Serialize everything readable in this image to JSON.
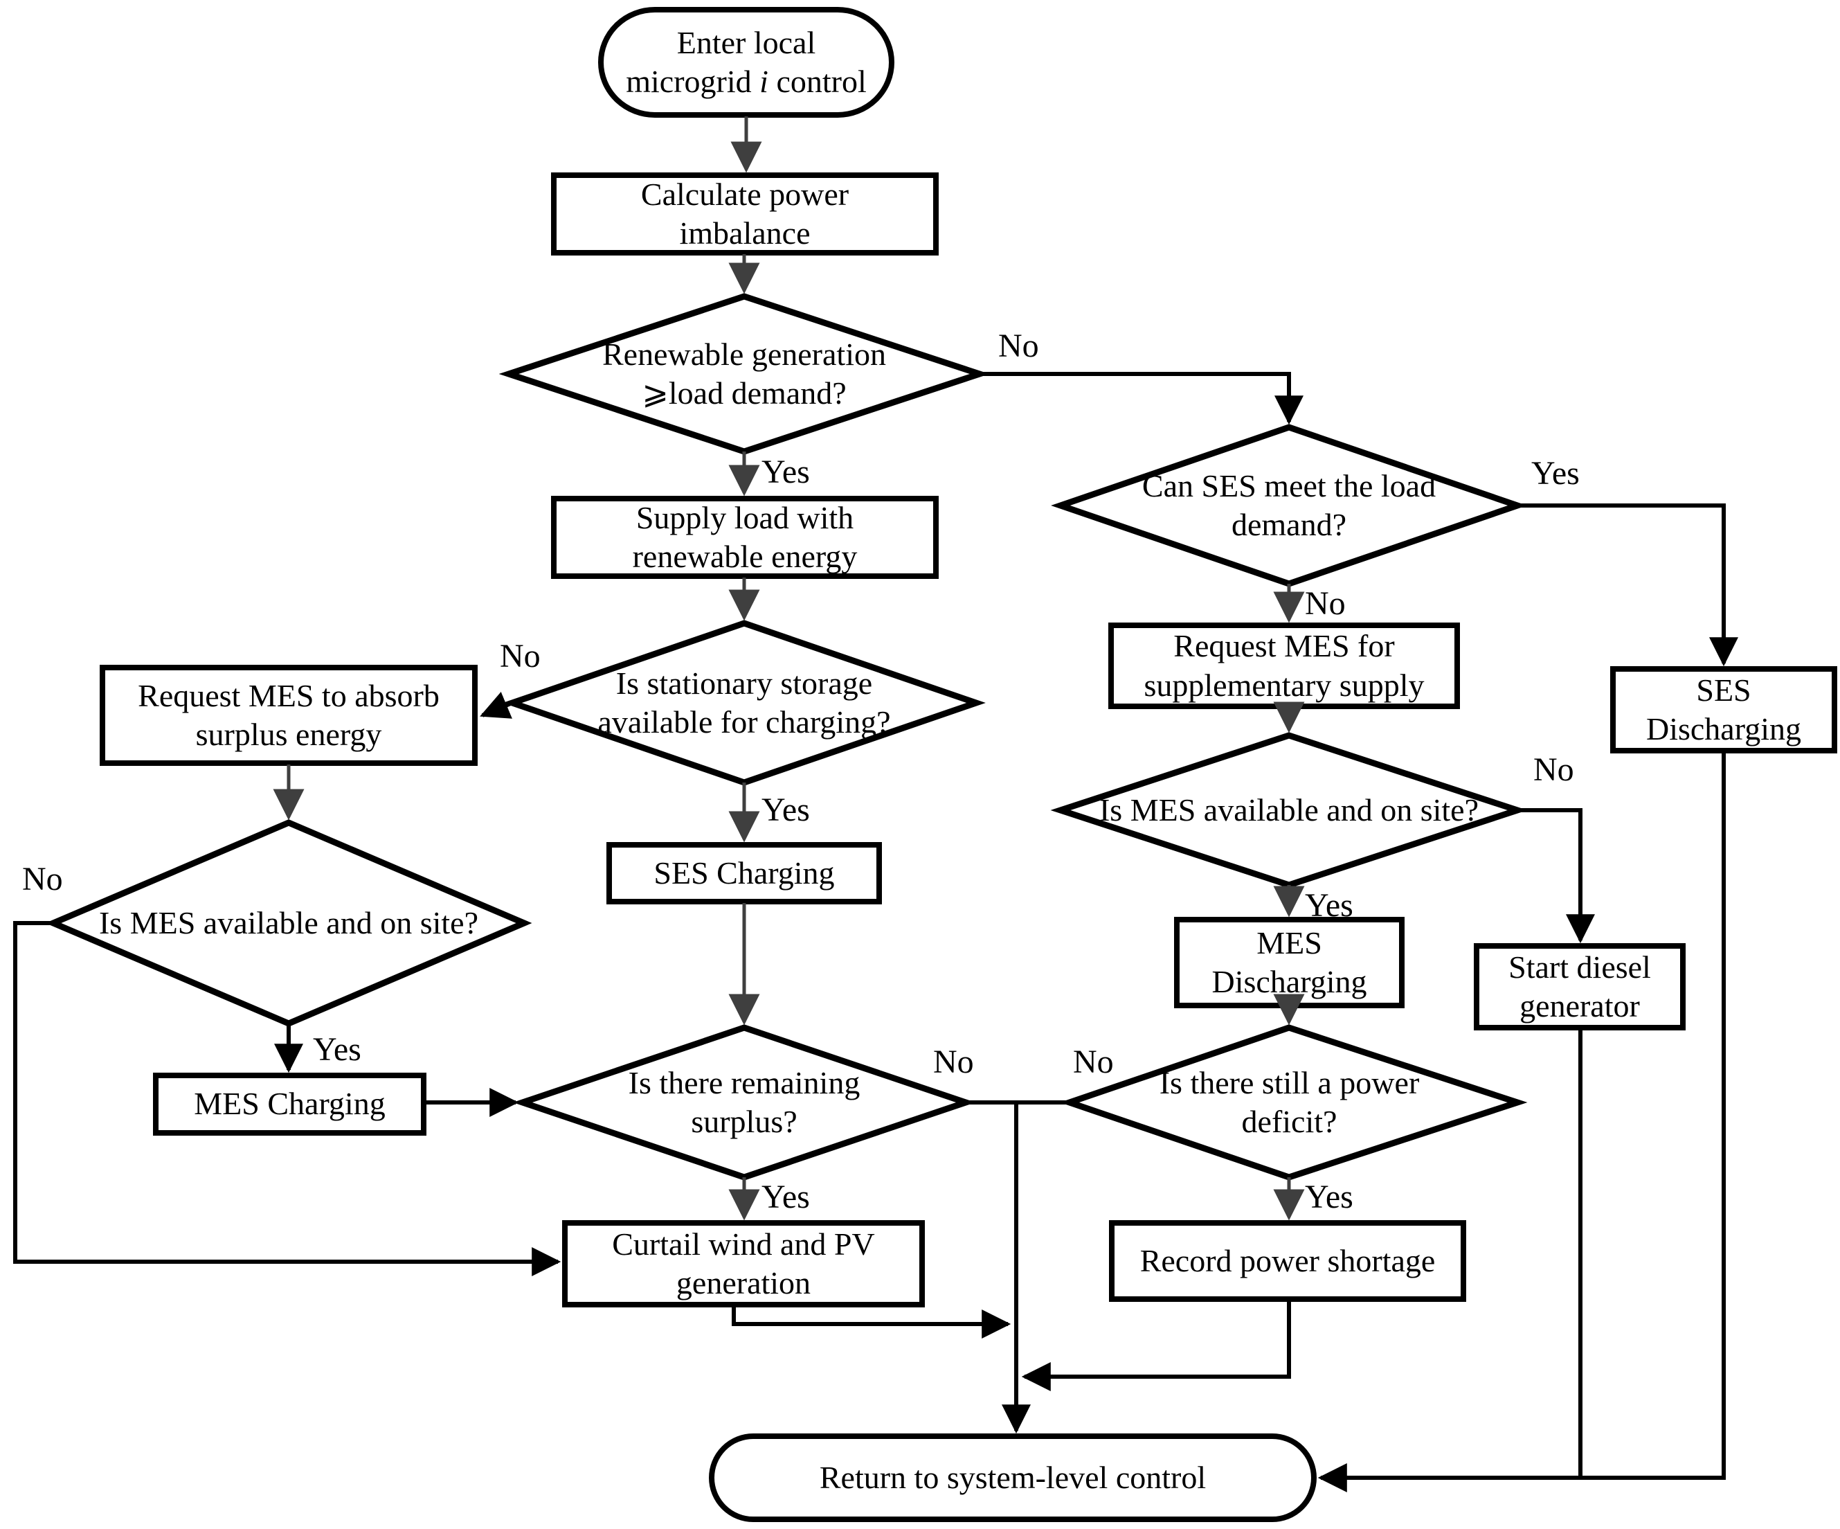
{
  "nodes": {
    "start": {
      "line1": "Enter local",
      "line2_pre": "microgrid ",
      "line2_italic": "i",
      "line2_post": " control"
    },
    "calc": {
      "label": "Calculate power\nimbalance"
    },
    "d_renewable": {
      "label": "Renewable generation\n⩾load demand?"
    },
    "supply": {
      "label": "Supply load with\nrenewable energy"
    },
    "d_ses_meet": {
      "label": "Can SES meet the load\ndemand?"
    },
    "req_absorb": {
      "label": "Request MES to absorb\nsurplus energy"
    },
    "d_storage": {
      "label": "Is stationary storage\navailable for charging?"
    },
    "req_supply": {
      "label": "Request MES for\nsupplementary supply"
    },
    "ses_discharging": {
      "label": "SES\nDischarging"
    },
    "d_mes_left": {
      "label": "Is MES available and on site?"
    },
    "ses_charging": {
      "label": "SES Charging"
    },
    "d_mes_right": {
      "label": "Is MES available and on site?"
    },
    "mes_discharging": {
      "label": "MES\nDischarging"
    },
    "start_diesel": {
      "label": "Start diesel\ngenerator"
    },
    "mes_charging": {
      "label": "MES Charging"
    },
    "d_surplus": {
      "label": "Is there remaining\nsurplus?"
    },
    "d_deficit": {
      "label": "Is there still a power\ndeficit?"
    },
    "curtail": {
      "label": "Curtail wind and PV\ngeneration"
    },
    "record": {
      "label": "Record power shortage"
    },
    "return_ctrl": {
      "label": "Return to system-level control"
    }
  },
  "edge_labels": {
    "renewable_no": "No",
    "renewable_yes": "Yes",
    "ses_meet_yes": "Yes",
    "ses_meet_no": "No",
    "storage_no": "No",
    "storage_yes": "Yes",
    "mes_left_no": "No",
    "mes_left_yes": "Yes",
    "mes_right_no": "No",
    "mes_right_yes": "Yes",
    "surplus_no": "No",
    "surplus_yes": "Yes",
    "deficit_no": "No",
    "deficit_yes": "Yes"
  },
  "colors": {
    "line": "#000000",
    "soft_line": "#3f3f3f",
    "background": "#ffffff",
    "text": "#000000"
  }
}
